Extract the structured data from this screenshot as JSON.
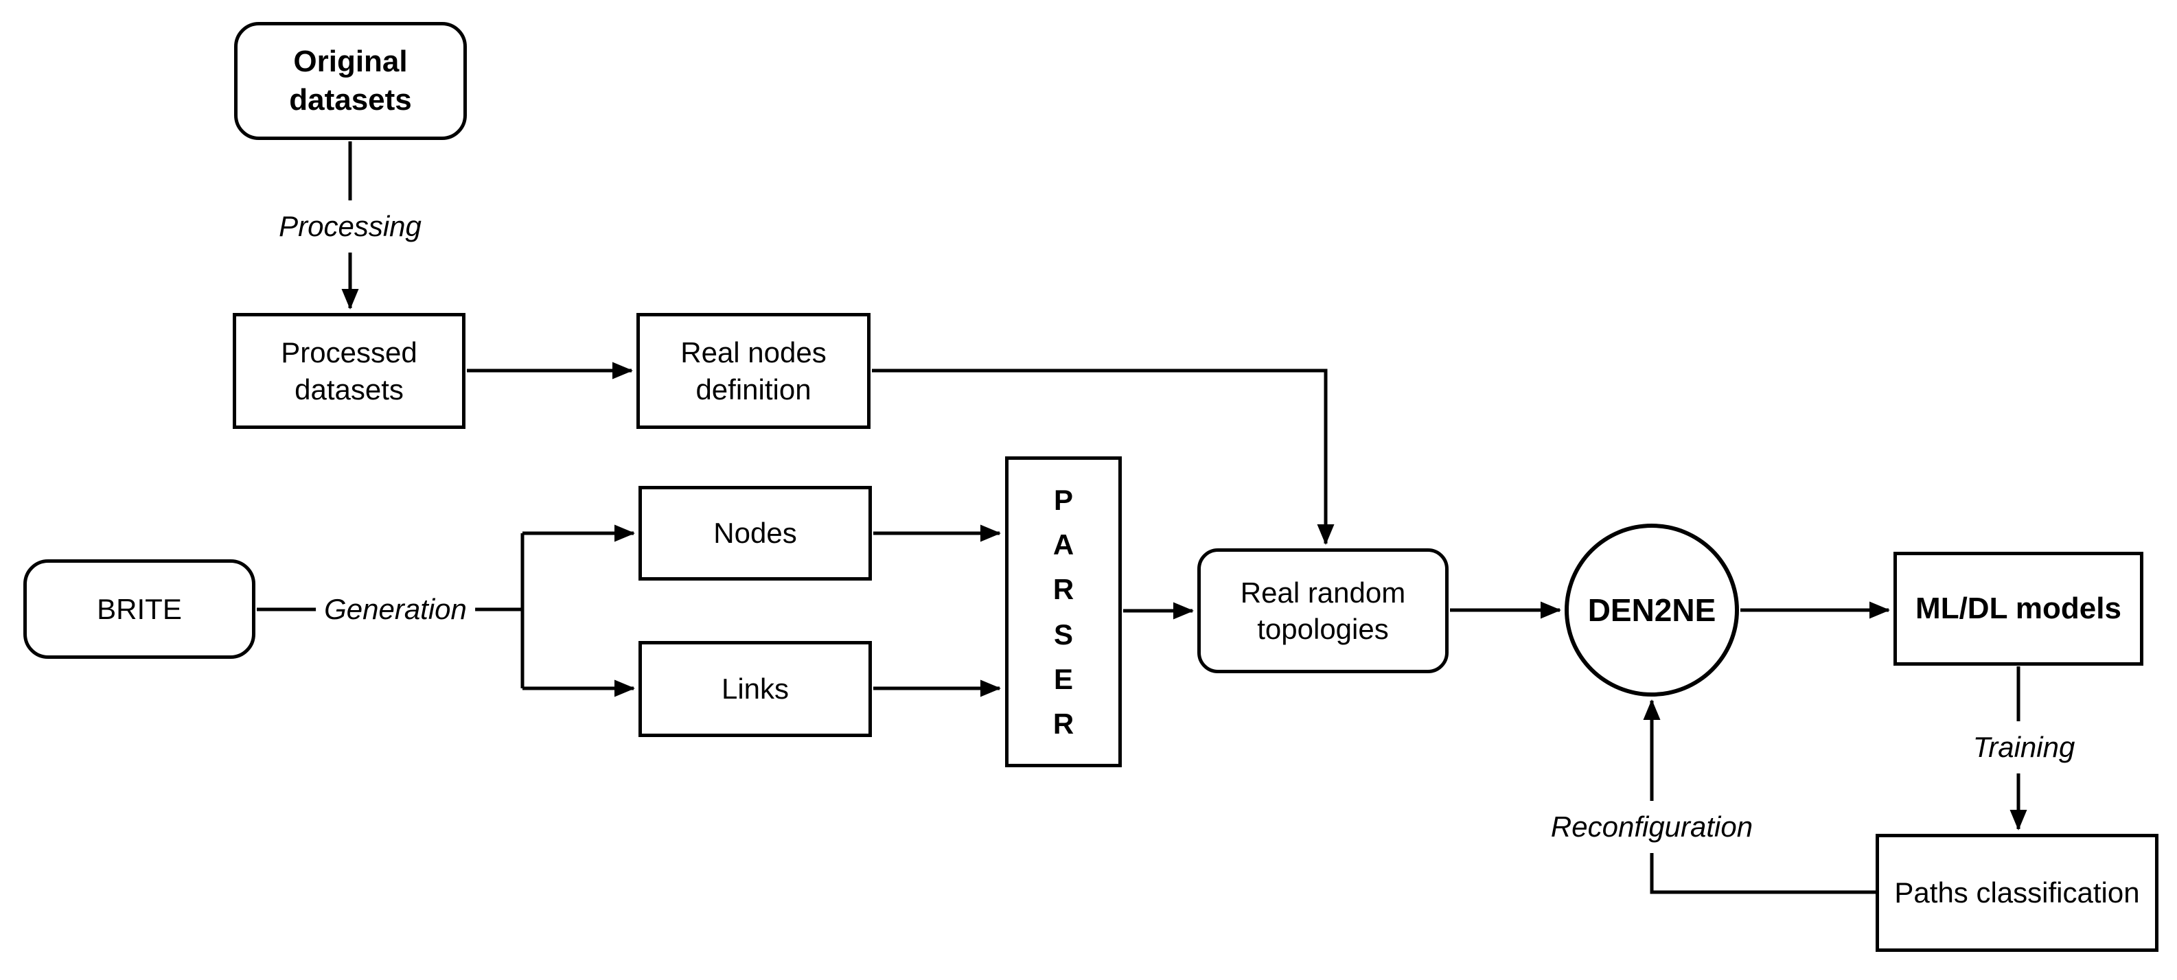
{
  "colors": {
    "stroke": "#000000",
    "background": "#ffffff"
  },
  "nodes": {
    "original_datasets": {
      "label": "Original datasets"
    },
    "processed_datasets": {
      "label": "Processed datasets"
    },
    "real_nodes_definition": {
      "label": "Real nodes definition"
    },
    "brite": {
      "label": "BRITE"
    },
    "nodes": {
      "label": "Nodes"
    },
    "links": {
      "label": "Links"
    },
    "parser": {
      "label": "PARSER"
    },
    "real_random_topologies": {
      "label": "Real random topologies"
    },
    "den2ne": {
      "label": "DEN2NE"
    },
    "ml_dl_models": {
      "label": "ML/DL models"
    },
    "paths_classification": {
      "label": "Paths classification"
    }
  },
  "edge_labels": {
    "processing": "Processing",
    "generation": "Generation",
    "training": "Training",
    "reconfiguration": "Reconfiguration"
  }
}
